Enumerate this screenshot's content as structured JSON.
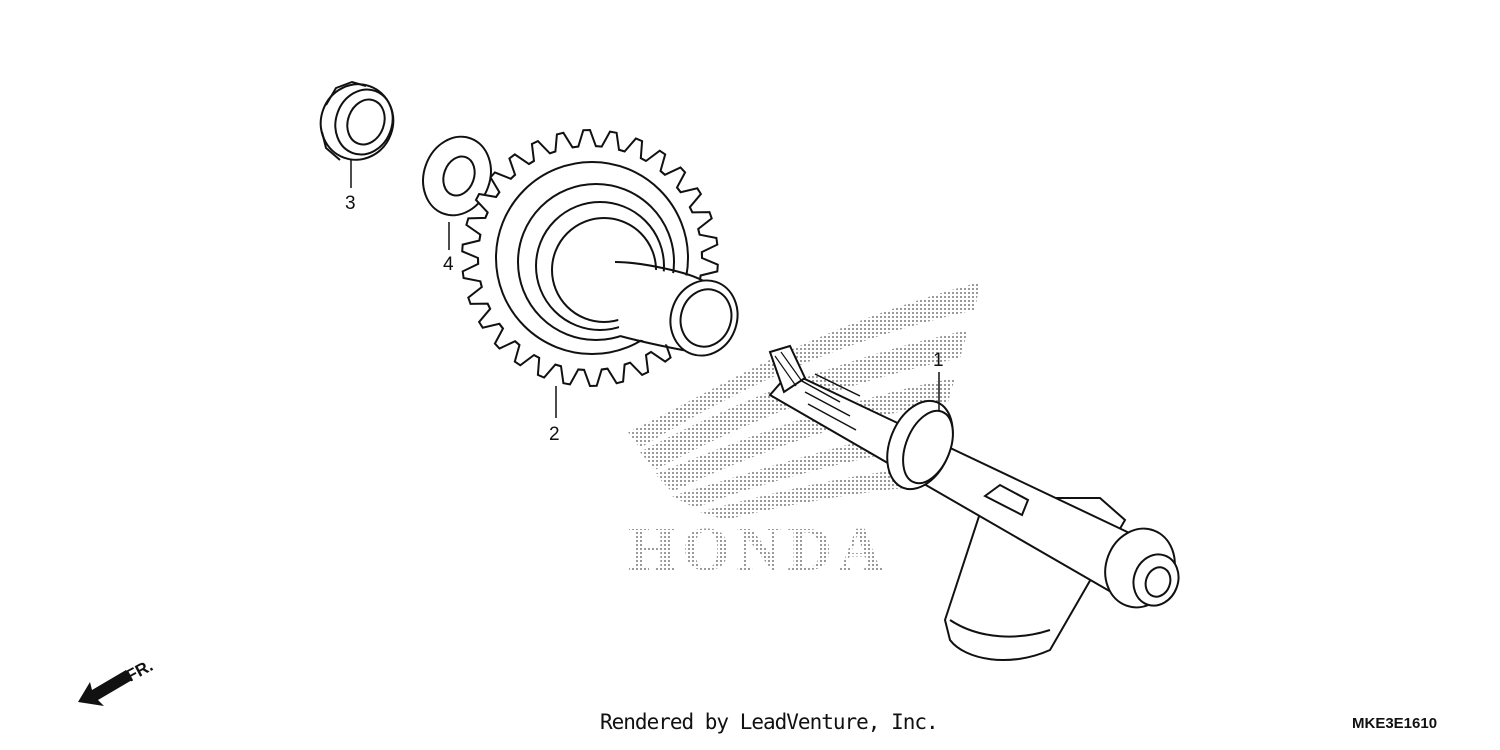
{
  "watermark": {
    "brand": "HONDA"
  },
  "parts": [
    {
      "number": "1"
    },
    {
      "number": "2"
    },
    {
      "number": "3"
    },
    {
      "number": "4"
    }
  ],
  "direction_marker": {
    "label": "FR."
  },
  "footer": {
    "credit": "Rendered by LeadVenture, Inc.",
    "drawing_code": "MKE3E1610"
  }
}
